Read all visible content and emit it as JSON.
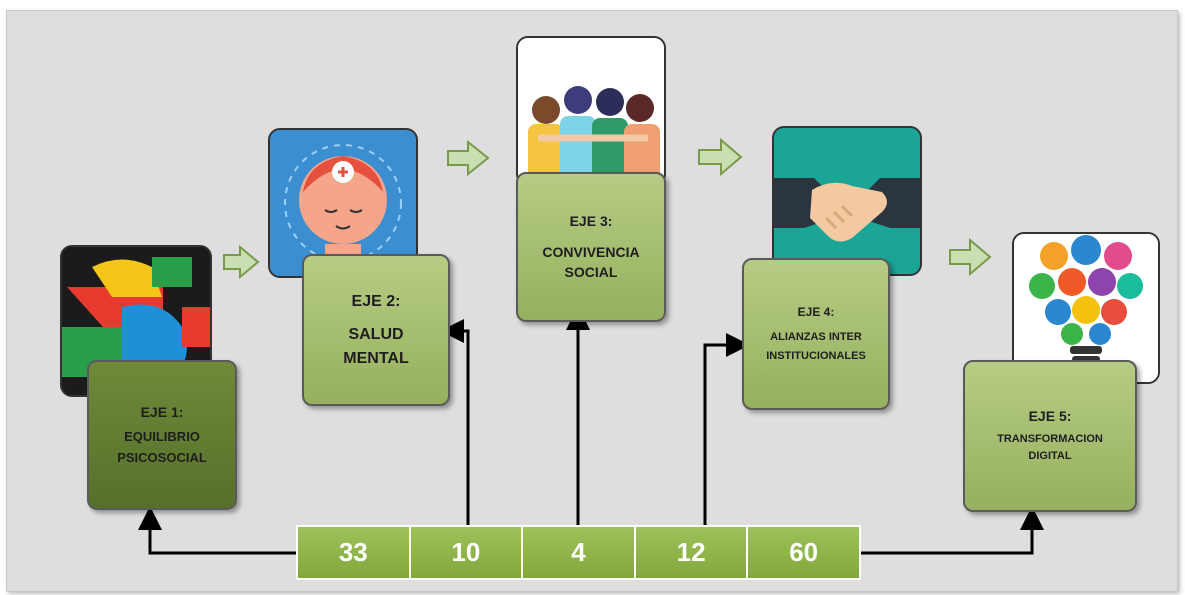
{
  "axes": [
    {
      "line1": "EJE 1:",
      "line2": "EQUILIBRIO",
      "line3": "PSICOSOCIAL"
    },
    {
      "line1": "EJE 2:",
      "line2": "SALUD",
      "line3": "MENTAL"
    },
    {
      "line1": "EJE 3:",
      "line2": "CONVIVENCIA",
      "line3": "SOCIAL"
    },
    {
      "line1": "EJE 4:",
      "line2": "ALIANZAS INTER",
      "line3": "INSTITUCIONALES"
    },
    {
      "line1": "EJE 5:",
      "line2": "TRANSFORMACION",
      "line3": "DIGITAL"
    }
  ],
  "counts": [
    "33",
    "10",
    "4",
    "12",
    "60"
  ],
  "colors": {
    "background": "#dedede",
    "bar": "#8fb548",
    "box_dark": "#56702a",
    "box_light": "#a5bf70",
    "arrow": "#000000"
  }
}
